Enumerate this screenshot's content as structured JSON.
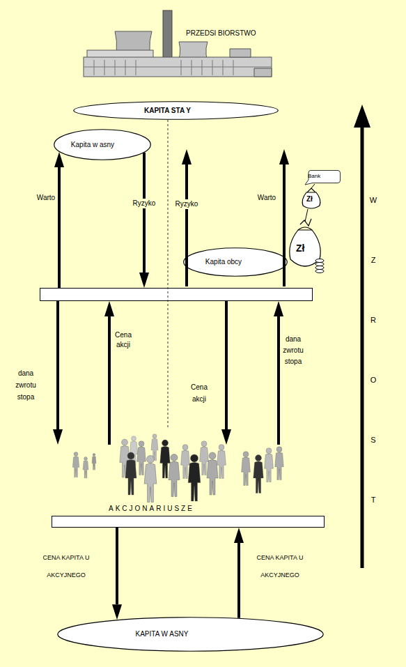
{
  "diagram": {
    "nodes": [
      {
        "text": [
          "KAPITA STA Y"
        ]
      },
      {
        "text": [
          "Kapita w asny"
        ]
      },
      {
        "text": [
          "Bank"
        ]
      },
      {
        "text": [
          "Kapita obcy"
        ]
      },
      {
        "text": []
      },
      {
        "text": [
          "AKCJONARIUSZE"
        ]
      },
      {
        "text": [
          "KAPITA W ASNY"
        ]
      }
    ],
    "edges": [
      {
        "from": 4,
        "to": 1,
        "label": "Warto",
        "arrow": "to"
      },
      {
        "from": 1,
        "to": 4,
        "label": "Ryzyko",
        "arrow": "to"
      },
      {
        "from": 4,
        "to": 5,
        "label": "dana zwrotu stopa",
        "arrow": "to"
      },
      {
        "from": 5,
        "to": 4,
        "label": "Cena akcji",
        "arrow": "to"
      },
      {
        "from": 4,
        "to": 5,
        "label": "Cena akcji",
        "arrow": "to"
      },
      {
        "from": 5,
        "to": 4,
        "label": "dana zwrotu stopa",
        "arrow": "to"
      },
      {
        "from": 5,
        "to": 6,
        "label": "CENA KAPITA U AKCYJNEGO",
        "arrow": "to"
      },
      {
        "from": 6,
        "to": 5,
        "label": "CENA KAPITA U AKCYJNEGO",
        "arrow": "to"
      }
    ],
    "labels": [
      "PRZEDSI BIORSTWO",
      "WZROST",
      "Ryzyko",
      "Warto",
      "Zł",
      "Zł"
    ]
  }
}
